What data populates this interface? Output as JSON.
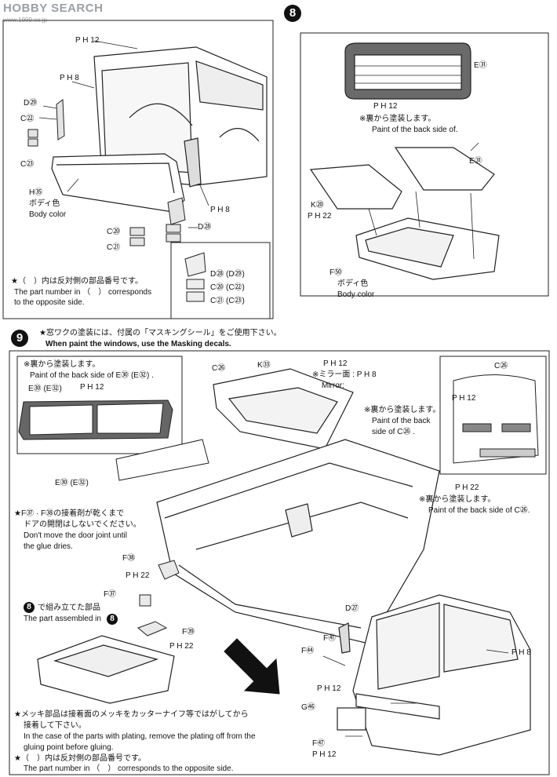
{
  "header": {
    "logo_text": "HOBBY SEARCH",
    "logo_sub": "www.1999.co.jp"
  },
  "step8": {
    "number": "8",
    "window_part": "E㉛",
    "window_finish": "P H 12",
    "window_note_jp": "※裏から塗装します。",
    "window_note_en": "Paint of the back side of.",
    "lid_part": "E㉛",
    "k_part": "K⑳",
    "k_finish": "P H 22",
    "f_part": "F㊿",
    "f_color_jp": "ボディ色",
    "f_color_en": "Body color"
  },
  "step7": {
    "ph12": "P H 12",
    "ph8_top": "P H 8",
    "d29": "D㉙",
    "c22": "C㉒",
    "c23": "C㉓",
    "h59": "H㉟",
    "h59_color_jp": "ボディ色",
    "h59_color_en": "Body color",
    "c20": "C⑳",
    "c21": "C㉑",
    "d28": "D㉘",
    "ph8_bottom": "P H 8",
    "inset": [
      {
        "text": "D㉘ (D㉙)"
      },
      {
        "text": "C⑳ (C㉒)"
      },
      {
        "text": "C㉑ (C㉓)"
      }
    ],
    "note_jp": "★（　）内は反対側の部品番号です。",
    "note_en1": "The part number in （　） corresponds",
    "note_en2": "to the opposite side."
  },
  "step9": {
    "number": "9",
    "header_jp": "★窓ワクの塗装には、付属の「マスキングシール」をご使用下さい。",
    "header_en": "When paint the windows, use the Masking decals.",
    "inset_note_jp": "※裏から塗装します。",
    "inset_note_en": "Paint of the back side of E㉚ (E㉜) .",
    "inset_part": "E㉚ (E㉜)",
    "inset_finish": "P H 12",
    "e30": "E㉚ (E㉜)",
    "c26_left": "C㉖",
    "k63": "K㉝",
    "k63_finish": "P H 12",
    "mirror_jp": "※ミラー面 : P H 8",
    "mirror_en": "Mirror:",
    "c26_right": "C㉖",
    "rear_finish": "P H 12",
    "rear_note_jp": "※裏から塗装します。",
    "rear_note_en1": "Paint of the back",
    "rear_note_en2": "side of C㉖ .",
    "c26_finish": "P H 22",
    "c26_note_jp": "※裏から塗装します。",
    "c26_note_en": "Paint of the back side of C㉖.",
    "door_note_jp1": "★F㊲ · F㊳の接着剤が乾くまで",
    "door_note_jp2": "ドアの開閉はしないでください。",
    "door_note_en1": "Don't move the door joint until",
    "door_note_en2": "the glue dries.",
    "f38": "F㊳",
    "f38_finish": "P H 22",
    "f37": "F㊲",
    "f39": "F㊴",
    "f39_finish": "P H 22",
    "assembled_jp": "で組み立てた部品",
    "assembled_en": "The part assembled in",
    "d27": "D㉗",
    "f41": "F㊶",
    "f44": "F㊹",
    "f44_finish": "P H 12",
    "ph8": "P H 8",
    "g56": "G㊻",
    "f47": "F㊼",
    "f47_finish": "P H 12",
    "plating_jp1": "★メッキ部品は接着面のメッキをカッターナイフ等ではがしてから",
    "plating_jp2": "接着して下さい。",
    "plating_en1": "In the case of the parts with plating, remove the plating off from the",
    "plating_en2": "gluing point before gluing.",
    "opp_jp": "★（　）内は反対側の部品番号です。",
    "opp_en": "The part number in （　） corresponds to the opposite side."
  }
}
